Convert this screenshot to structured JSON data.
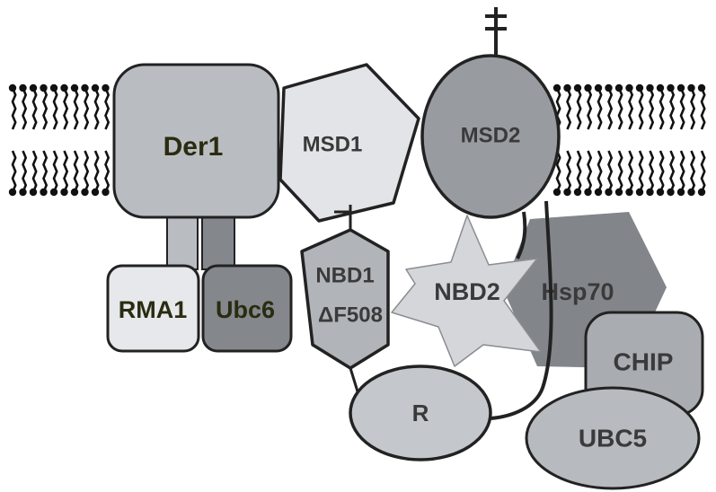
{
  "labels": {
    "der1": "Der1",
    "msd1": "MSD1",
    "msd2": "MSD2",
    "rma1": "RMA1",
    "ubc6": "Ubc6",
    "nbd1_line1": "NBD1",
    "nbd1_line2": "ΔF508",
    "nbd2": "NBD2",
    "hsp70": "Hsp70",
    "chip": "CHIP",
    "r": "R",
    "ubc5": "UBC5"
  },
  "colors": {
    "der1": "#b9bdc2",
    "msd1": "#e2e4e7",
    "msd2": "#989ba0",
    "rma1": "#e6e8eb",
    "ubc6": "#84888d",
    "nbd1": "#b1b4b9",
    "nbd2": "#d4d6d9",
    "hsp70": "#82868b",
    "chip": "#a9adb2",
    "r": "#c4c7cb",
    "ubc5": "#b7babe",
    "outline": "#222222",
    "membrane": "#111111"
  }
}
